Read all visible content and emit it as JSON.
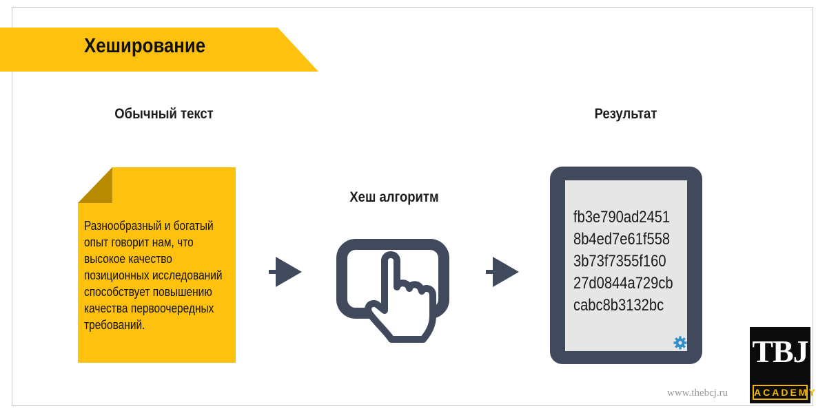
{
  "title": "Хеширование",
  "input": {
    "heading": "Обычный текст",
    "text": "Разнообразный и богатый опыт говорит нам, что высокое качество позиционных исследований способствует повышению качества первоочередных требований."
  },
  "algorithm": {
    "heading": "Хеш алгоритм",
    "icon": "touch-screen-hand-icon"
  },
  "output": {
    "heading": "Результат",
    "hash_lines": [
      "fb3e790ad2451",
      "8b4ed7e61f558",
      "3b73f7355f160",
      "27d0844a729cb",
      "cabc8b3132bc"
    ]
  },
  "footer": {
    "url": "www.thebcj.ru",
    "logo_text": "TBJ",
    "logo_subtext": "ACADEMY"
  },
  "colors": {
    "accent": "#FEC10E",
    "accent_dark": "#B88A00",
    "icon": "#414A5C",
    "screen": "#E6E6E6",
    "gear": "#2E8FC9"
  }
}
